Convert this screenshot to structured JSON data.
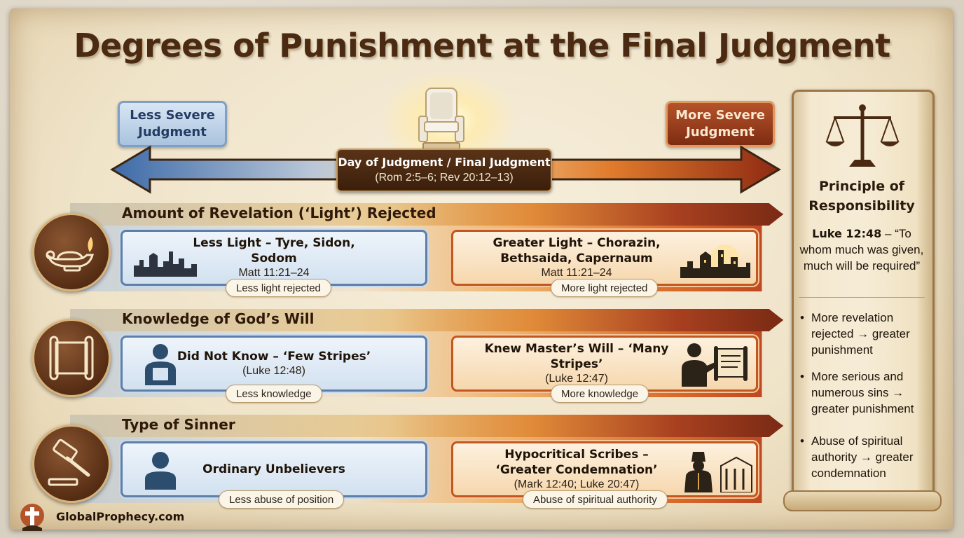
{
  "title": "Degrees of Punishment at the Final Judgment",
  "severity": {
    "less": "Less Severe Judgment",
    "more": "More Severe Judgment"
  },
  "judgment": {
    "title": "Day of Judgment / Final Judgment",
    "refs": "(Rom 2:5–6; Rev 20:12–13)"
  },
  "rows": [
    {
      "heading": "Amount of Revelation (‘Light’) Rejected",
      "icon": "oil-lamp-icon",
      "left": {
        "title": "Less Light – Tyre, Sidon, Sodom",
        "ref": "Matt 11:21–24",
        "pill": "Less light rejected",
        "icon": "city-skyline-icon"
      },
      "right": {
        "title": "Greater Light – Chorazin, Bethsaida, Capernaum",
        "ref": "Matt 11:21–24",
        "pill": "More light rejected",
        "icon": "lit-city-icon"
      }
    },
    {
      "heading": "Knowledge of God’s Will",
      "icon": "scroll-icon",
      "left": {
        "title": "Did Not Know – ‘Few Stripes’",
        "ref": "(Luke 12:48)",
        "pill": "Less knowledge",
        "icon": "person-with-book-icon"
      },
      "right": {
        "title": "Knew Master’s Will – ‘Many Stripes’",
        "ref": "(Luke 12:47)",
        "pill": "More knowledge",
        "icon": "person-reading-scroll-icon"
      }
    },
    {
      "heading": "Type of Sinner",
      "icon": "gavel-icon",
      "left": {
        "title": "Ordinary Unbelievers",
        "ref": "",
        "pill": "Less abuse of position",
        "icon": "person-icon"
      },
      "right": {
        "title": "Hypocritical Scribes – ‘Greater Condemnation’",
        "ref": "(Mark 12:40; Luke 20:47)",
        "pill": "Abuse of spiritual authority",
        "icon": "scribe-temple-icon"
      }
    }
  ],
  "principle": {
    "title": "Principle of Responsibility",
    "quote_ref": "Luke 12:48",
    "quote_text": " – “To whom much was given, much will be required”",
    "bullets": [
      "More revelation rejected → greater punishment",
      "More serious and numerous sins → greater punishment",
      "Abuse of spiritual authority → greater condemnation"
    ]
  },
  "footer": {
    "site": "GlobalProphecy.com"
  },
  "colors": {
    "less_blue": "#aac3de",
    "more_red": "#7e2c12",
    "ink": "#4a2a12"
  }
}
